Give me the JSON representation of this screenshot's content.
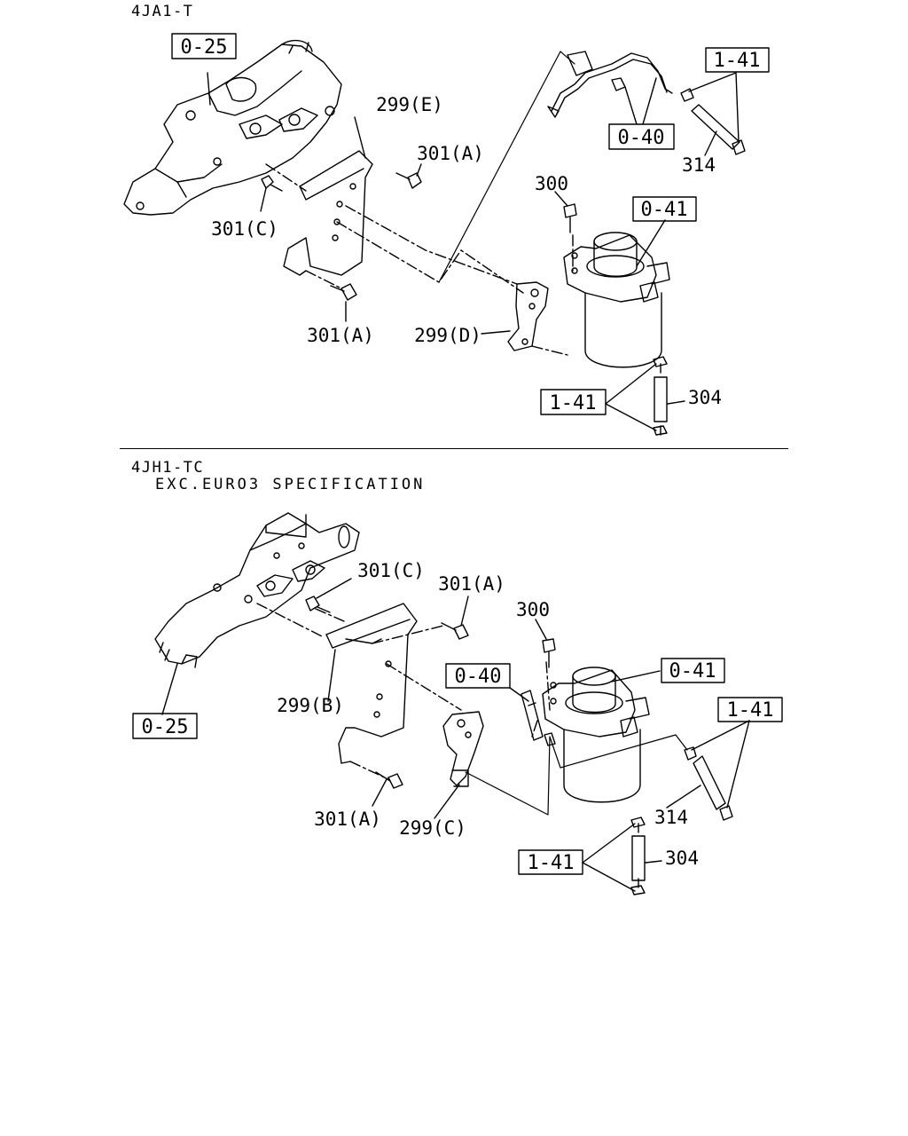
{
  "sections": [
    {
      "title": "4JA1-T",
      "subtitle": "",
      "labels": {
        "manifold_ref": "0-25",
        "pipe_ref": "0-40",
        "filter_ref": "0-41",
        "clip_ref_top": "1-41",
        "clip_ref_bottom": "1-41",
        "bracket_upper": "299(E)",
        "bracket_lower": "299(D)",
        "bolt_a_upper": "301(A)",
        "bolt_c": "301(C)",
        "bolt_a_lower": "301(A)",
        "bolt_300": "300",
        "hose_314": "314",
        "hose_304": "304"
      }
    },
    {
      "title": "4JH1-TC",
      "subtitle": "EXC.EURO3 SPECIFICATION",
      "labels": {
        "manifold_ref": "0-25",
        "pipe_ref": "0-40",
        "filter_ref": "0-41",
        "clip_ref_top": "1-41",
        "clip_ref_bottom": "1-41",
        "bracket_upper": "299(B)",
        "bracket_lower": "299(C)",
        "bolt_a_upper": "301(A)",
        "bolt_c": "301(C)",
        "bolt_a_lower": "301(A)",
        "bolt_300": "300",
        "hose_314": "314",
        "hose_304": "304"
      }
    }
  ]
}
